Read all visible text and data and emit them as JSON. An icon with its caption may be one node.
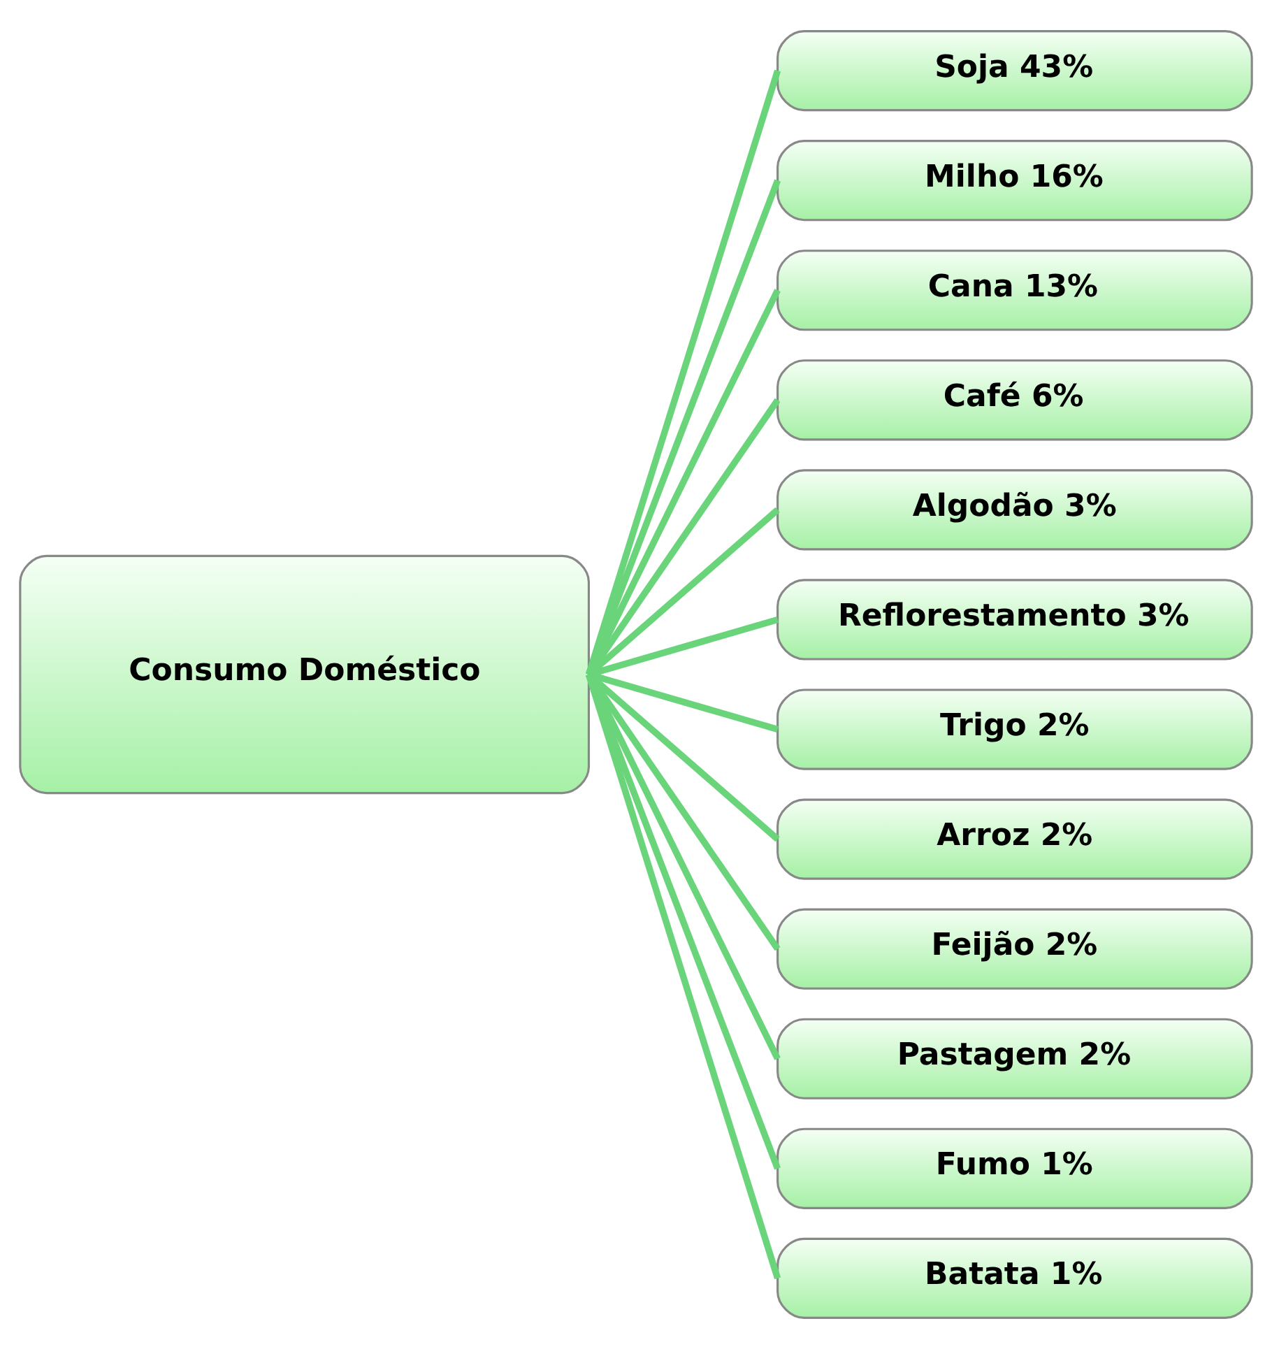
{
  "diagram": {
    "nodes": [
      {
        "text": [
          "Consumo Doméstico"
        ]
      },
      {
        "text": [
          "Soja 43%"
        ]
      },
      {
        "text": [
          "Milho 16%"
        ]
      },
      {
        "text": [
          "Cana 13%"
        ]
      },
      {
        "text": [
          "Café 6%"
        ]
      },
      {
        "text": [
          "Algodão 3%"
        ]
      },
      {
        "text": [
          "Reflorestamento 3%"
        ]
      },
      {
        "text": [
          "Trigo 2%"
        ]
      },
      {
        "text": [
          "Arroz 2%"
        ]
      },
      {
        "text": [
          "Feijão 2%"
        ]
      },
      {
        "text": [
          "Pastagem 2%"
        ]
      },
      {
        "text": [
          "Fumo 1%"
        ]
      },
      {
        "text": [
          "Batata 1%"
        ]
      }
    ],
    "edges": [
      {
        "from": 0,
        "to": 1,
        "arrow": "none"
      },
      {
        "from": 0,
        "to": 2,
        "arrow": "none"
      },
      {
        "from": 0,
        "to": 3,
        "arrow": "none"
      },
      {
        "from": 0,
        "to": 4,
        "arrow": "none"
      },
      {
        "from": 0,
        "to": 5,
        "arrow": "none"
      },
      {
        "from": 0,
        "to": 6,
        "arrow": "none"
      },
      {
        "from": 0,
        "to": 7,
        "arrow": "none"
      },
      {
        "from": 0,
        "to": 8,
        "arrow": "none"
      },
      {
        "from": 0,
        "to": 9,
        "arrow": "none"
      },
      {
        "from": 0,
        "to": 10,
        "arrow": "none"
      },
      {
        "from": 0,
        "to": 11,
        "arrow": "none"
      },
      {
        "from": 0,
        "to": 12,
        "arrow": "none"
      }
    ]
  }
}
